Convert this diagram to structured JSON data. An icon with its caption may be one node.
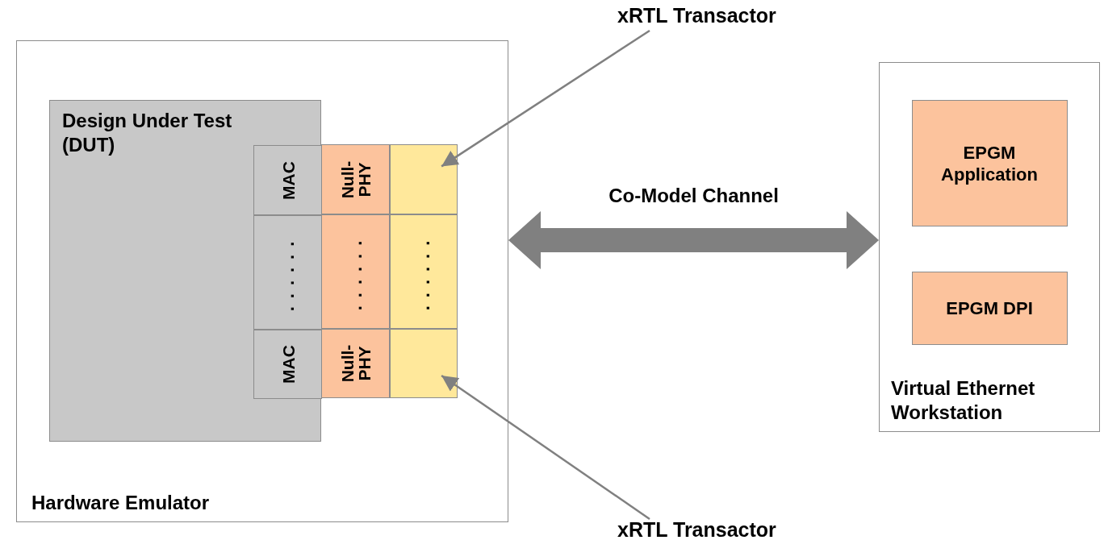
{
  "diagram": {
    "nodes": [
      {
        "text": [
          "Hardware Emulator"
        ]
      },
      {
        "text": [
          "Design Under Test (DUT)"
        ],
        "in": 0
      },
      {
        "text": [
          "MAC"
        ],
        "in": 1
      },
      {
        "text": [
          "Null-PHY"
        ],
        "in": 0
      },
      {
        "text": [],
        "shape": "box",
        "in": 0
      },
      {
        "text": [
          "......"
        ],
        "in": 1
      },
      {
        "text": [
          "......"
        ],
        "in": 0
      },
      {
        "text": [
          "......"
        ],
        "in": 0
      },
      {
        "text": [
          "MAC"
        ],
        "in": 1
      },
      {
        "text": [
          "Null-PHY"
        ],
        "in": 0
      },
      {
        "text": [],
        "shape": "box",
        "in": 0
      },
      {
        "text": [
          "xRTL Transactor"
        ]
      },
      {
        "text": [
          "xRTL Transactor"
        ]
      },
      {
        "text": [
          "Virtual Ethernet Workstation"
        ]
      },
      {
        "text": [
          "EPGM Application"
        ],
        "in": 13
      },
      {
        "text": [
          "EPGM DPI"
        ],
        "in": 13
      }
    ],
    "edges": [
      {
        "from": 11,
        "to": 4,
        "arrow": "to"
      },
      {
        "from": 12,
        "to": 10,
        "arrow": "to"
      },
      {
        "from": 0,
        "to": 13,
        "arrow": "both",
        "label": "Co-Model Channel",
        "style": "thick"
      }
    ]
  }
}
